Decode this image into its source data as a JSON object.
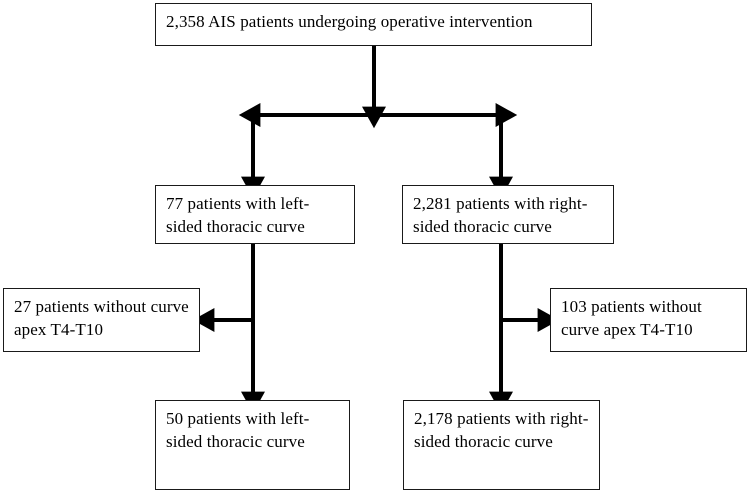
{
  "diagram": {
    "type": "flowchart",
    "title": "AIS patient cohort selection flow diagram",
    "line_color": "#000000",
    "box_border_color": "#1a1a1a",
    "background_color": "#ffffff",
    "nodes": {
      "root": {
        "label": "2,358 AIS patients undergoing operative intervention",
        "count": "2,358"
      },
      "left_branch": {
        "label": "77 patients with left-sided thoracic curve",
        "count": "77"
      },
      "right_branch": {
        "label": "2,281 patients with right-sided thoracic curve",
        "count": "2,281"
      },
      "left_excluded": {
        "label": "27 patients without curve apex T4-T10",
        "count": "27"
      },
      "right_excluded": {
        "label": "103 patients without curve apex T4-T10",
        "count": "103"
      },
      "left_final": {
        "label": "50 patients with left-sided thoracic curve",
        "count": "50"
      },
      "right_final": {
        "label": "2,178 patients with right-sided thoracic curve",
        "count": "2,178"
      }
    },
    "connectors": [
      {
        "name": "root-to-split",
        "from": "root",
        "to": "split-bar",
        "direction": "down",
        "arrowhead": true
      },
      {
        "name": "split-bar-left",
        "from": "split-bar",
        "to": "left_branch",
        "direction": "left-then-down",
        "arrowhead": true
      },
      {
        "name": "split-bar-right",
        "from": "split-bar",
        "to": "right_branch",
        "direction": "right-then-down",
        "arrowhead": true
      },
      {
        "name": "left-branch-exclusion",
        "from": "left_branch",
        "to": "left_excluded",
        "direction": "left",
        "arrowhead": true
      },
      {
        "name": "right-branch-exclusion",
        "from": "right_branch",
        "to": "right_excluded",
        "direction": "right",
        "arrowhead": true
      },
      {
        "name": "left-branch-to-final",
        "from": "left_branch",
        "to": "left_final",
        "direction": "down",
        "arrowhead": true
      },
      {
        "name": "right-branch-to-final",
        "from": "right_branch",
        "to": "right_final",
        "direction": "down",
        "arrowhead": true
      }
    ]
  }
}
